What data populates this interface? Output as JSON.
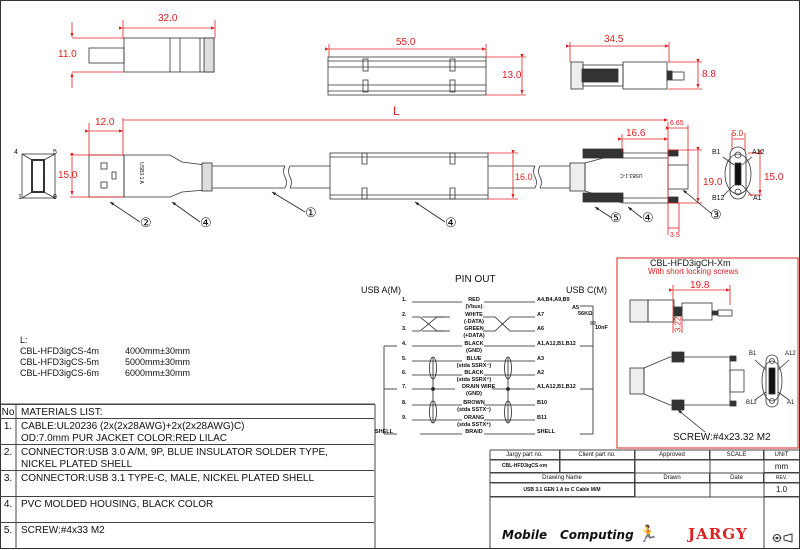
{
  "drawing": {
    "dimensions": {
      "plug_a_top_length": "32.0",
      "plug_a_top_height": "11.0",
      "plug_a_tip_length": "12.0",
      "plug_a_width": "15.0",
      "overmold_length": "55.0",
      "overmold_height": "13.0",
      "overmold_width": "16.0",
      "plug_c_top_length": "34.5",
      "plug_c_top_height": "8.8",
      "total_length": "L",
      "plug_c_tip": "6.65",
      "plug_c_body": "16.6",
      "plug_c_height": "19.0",
      "plug_c_screw_offset": "3.5",
      "plug_c_face_width": "5.0",
      "plug_c_face_height": "15.0"
    },
    "pin_numbers_a": [
      "4",
      "5",
      "1",
      "9"
    ],
    "pin_labels_c": [
      "B1",
      "A12",
      "B12",
      "A1"
    ],
    "callouts": [
      "①",
      "②",
      "③",
      "④",
      "⑤"
    ],
    "usb_label_a": "USB3.1 A",
    "usb_label_c": "USB3.1-C"
  },
  "pinout": {
    "title": "PIN OUT",
    "left_header": "USB A(M)",
    "right_header": "USB C(M)",
    "rows": [
      {
        "left": "1.",
        "wire": "RED",
        "sub": "(Vbus)",
        "right": "A4,B4,A9,B9"
      },
      {
        "left": "2.",
        "wire": "WHITE",
        "sub": "(-DATA)",
        "right": "A7"
      },
      {
        "left": "3.",
        "wire": "GREEN",
        "sub": "(+DATA)",
        "right": "A6"
      },
      {
        "left": "4.",
        "wire": "BLACK",
        "sub": "(GND)",
        "right": "A1,A12,B1,B12"
      },
      {
        "left": "5.",
        "wire": "BLUE",
        "sub": "(stda SSRX⁻)",
        "right": "A3"
      },
      {
        "left": "6.",
        "wire": "BLACK",
        "sub": "(stda SSRX⁺)",
        "right": "A2"
      },
      {
        "left": "7.",
        "wire": "DRAIN WIRE",
        "sub": "(GND)",
        "right": "A1,A12,B1,B12"
      },
      {
        "left": "8.",
        "wire": "BROWN",
        "sub": "(stda SSTX⁻)",
        "right": "B10"
      },
      {
        "left": "9.",
        "wire": "ORANG",
        "sub": "(stda SSTX⁺)",
        "right": "B11"
      },
      {
        "left": "SHELL",
        "wire": "BRAID",
        "sub": "",
        "right": "SHELL"
      }
    ],
    "resistor": "56KΩ",
    "resistor_pin": "A5",
    "capacitor": "10nF"
  },
  "lengths": {
    "title": "L:",
    "items": [
      {
        "part": "CBL-HFD3igCS-4m",
        "length": "4000mm±30mm"
      },
      {
        "part": "CBL-HFD3igCS-5m",
        "length": "5000mm±30mm"
      },
      {
        "part": "CBL-HFD3igCS-6m",
        "length": "6000mm±30mm"
      }
    ]
  },
  "variant": {
    "title": "CBL-HFD3igCH-Xm",
    "subtitle": "With short locking screws",
    "dim_length": "19.8",
    "dim_screw": "3.22",
    "pins": [
      "B1",
      "A12",
      "B12",
      "A1"
    ],
    "screw_note": "SCREW:#4x23.32 M2"
  },
  "materials": {
    "header_no": "No",
    "header_title": "MATERIALS LIST:",
    "items": [
      {
        "no": "1.",
        "lines": [
          "CABLE:UL20236 (2x(2x28AWG)+2x(2x28AWG)C)",
          "OD:7.0mm  PUR JACKET COLOR:RED LILAC"
        ]
      },
      {
        "no": "2.",
        "lines": [
          "CONNECTOR:USB 3.0 A/M, 9P, BLUE INSULATOR SOLDER TYPE,",
          "NICKEL PLATED SHELL"
        ]
      },
      {
        "no": "3.",
        "lines": [
          "CONNECTOR:USB 3.1 TYPE-C, MALE, NICKEL PLATED SHELL"
        ]
      },
      {
        "no": "4.",
        "lines": [
          "PVC MOLDED HOUSING, BLACK COLOR"
        ]
      },
      {
        "no": "5.",
        "lines": [
          "SCREW:#4x33 M2"
        ]
      }
    ]
  },
  "title_block": {
    "jargy_part_label": "Jargy part no.",
    "jargy_part_value": "CBL-HFD3igCS-xm",
    "client_part_label": "Client part no.",
    "client_part_value": "",
    "approved_label": "Approved",
    "scale_label": "SCALE",
    "unit_label": "UNIT",
    "unit_value": "mm",
    "drawing_name_label": "Drawing Name",
    "drawing_name_value": "USB 3.1 GEN 1 A to C Cable M/M",
    "drawn_label": "Drawn",
    "date_label": "Date",
    "rev_label": "REV.",
    "rev_value": "1.0",
    "logo_mobile": "Mobile",
    "logo_computing": "Computing",
    "logo_jargy": "JARGY",
    "projection_symbol": "third-angle-projection-icon"
  },
  "colors": {
    "dimension": "#e02020",
    "line": "#333333"
  }
}
